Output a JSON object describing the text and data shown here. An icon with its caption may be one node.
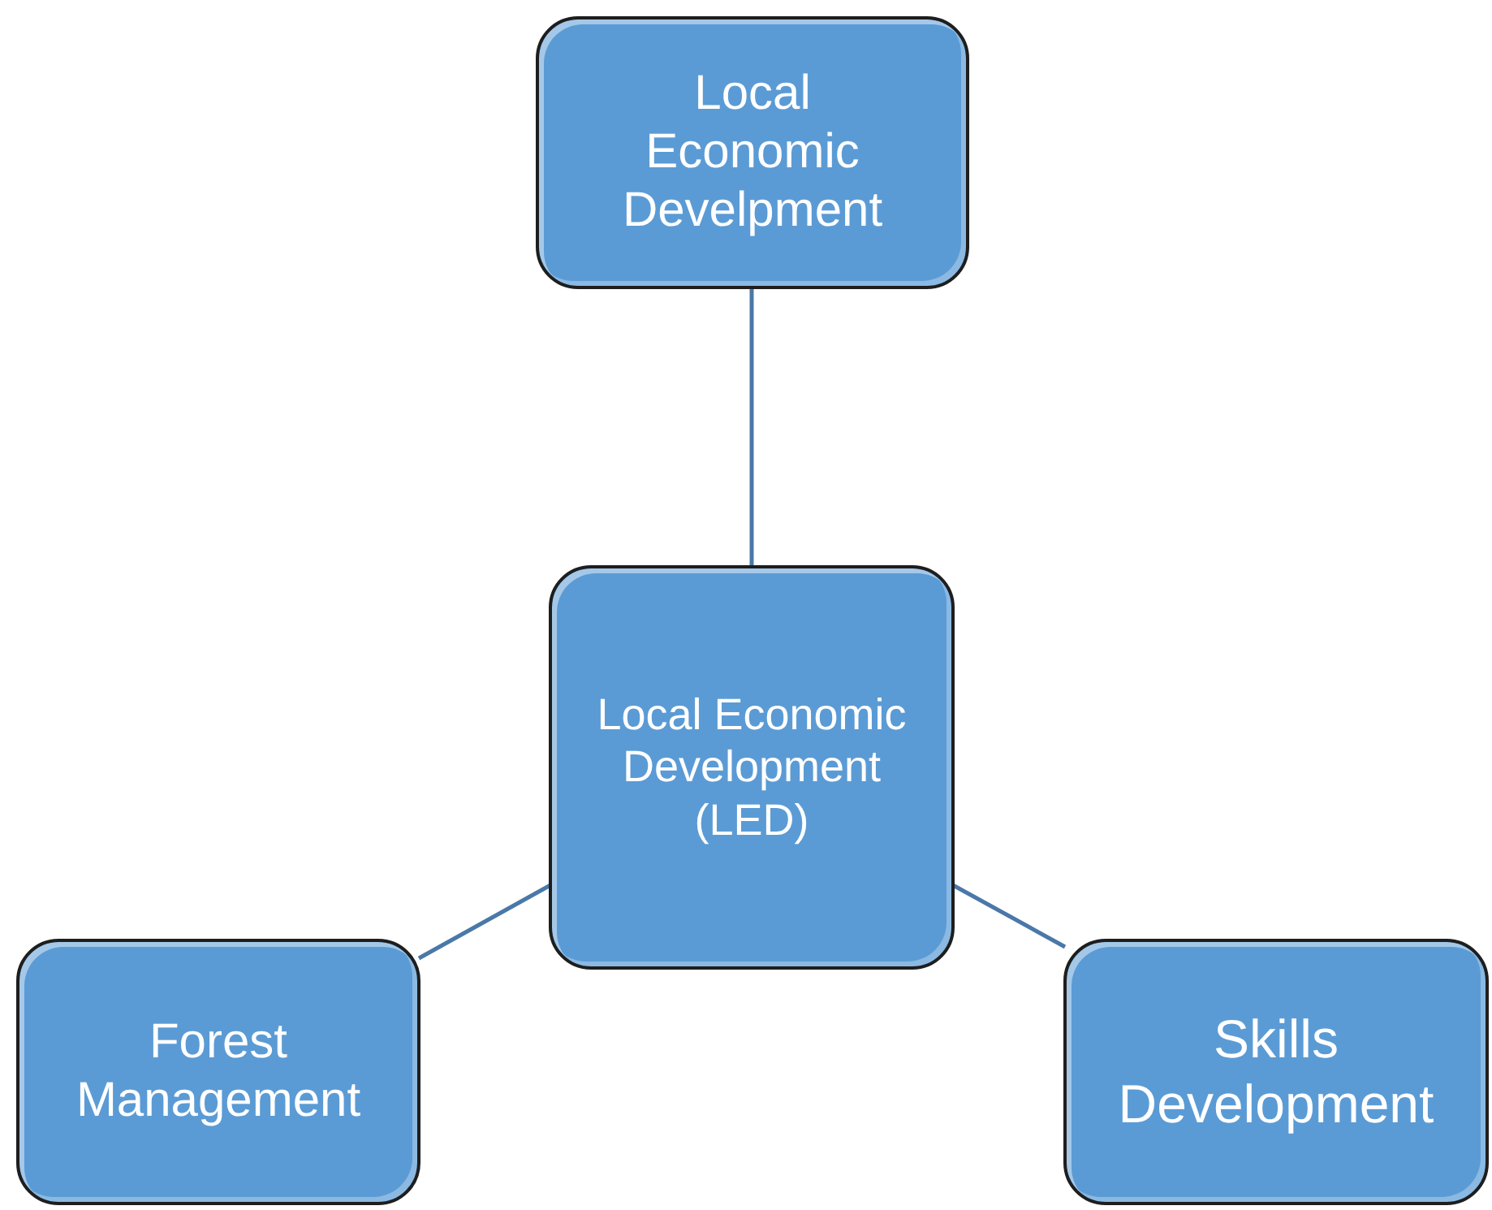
{
  "diagram": {
    "nodes": [
      {
        "text": [
          "Local Economic Develpment"
        ]
      },
      {
        "text": [
          "Local Economic Development (LED)"
        ]
      },
      {
        "text": [
          "Forest Management"
        ]
      },
      {
        "text": [
          "Skills Development"
        ]
      }
    ],
    "edges": [
      {
        "from": 0,
        "to": 1,
        "arrow": "none"
      },
      {
        "from": 1,
        "to": 2,
        "arrow": "none"
      },
      {
        "from": 1,
        "to": 3,
        "arrow": "none"
      }
    ]
  }
}
